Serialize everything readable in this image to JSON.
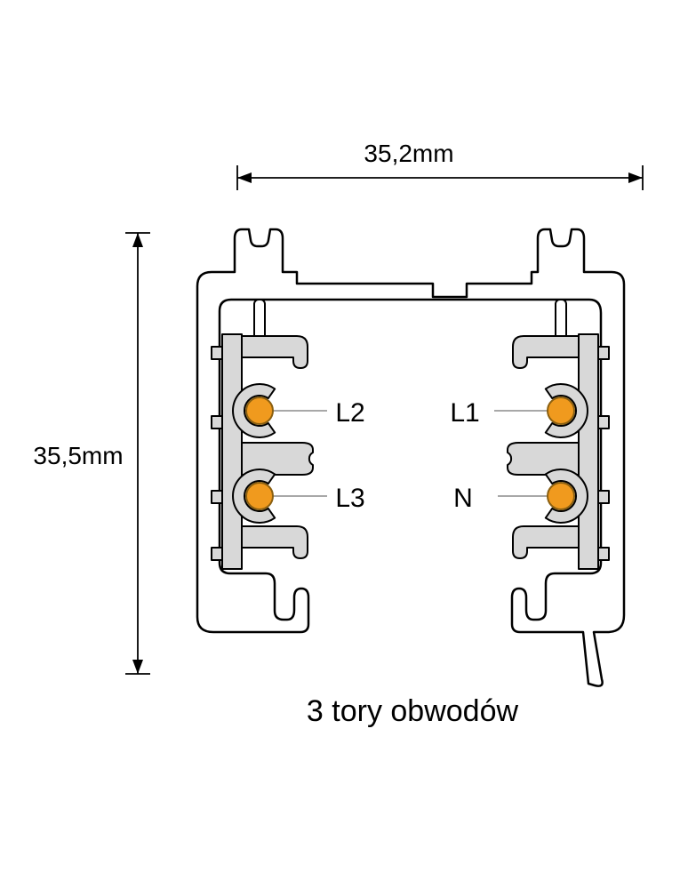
{
  "diagram": {
    "caption": "3 tory obwodów",
    "dimensions": {
      "width_label": "35,2mm",
      "height_label": "35,5mm"
    },
    "conductors": {
      "top_left": "L2",
      "top_right": "L1",
      "bottom_left": "L3",
      "bottom_right": "N"
    },
    "colors": {
      "conductor_fill": "#F09A1E",
      "conductor_stroke": "#8A5F10",
      "carrier_fill": "#D8D8D8",
      "outline": "#000000",
      "leader_line": "#8C8C8C"
    }
  }
}
